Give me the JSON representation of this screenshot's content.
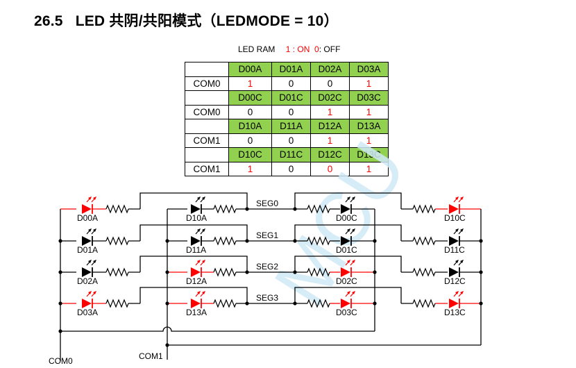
{
  "heading": {
    "number": "26.5",
    "text": "LED 共阴/共阳模式（LEDMODE = 10）"
  },
  "legend": {
    "title": "LED RAM",
    "on_text": "1 : ON",
    "off_key": "0",
    "off_text": ": OFF",
    "on_color": "#ff0000"
  },
  "ram_table": {
    "header_color": "#92d050",
    "blocks": [
      {
        "headers": [
          "D00A",
          "D01A",
          "D02A",
          "D03A"
        ],
        "row_label": "COM0",
        "values": [
          "1",
          "0",
          "0",
          "1"
        ],
        "red": [
          true,
          false,
          false,
          true
        ]
      },
      {
        "headers": [
          "D00C",
          "D01C",
          "D02C",
          "D03C"
        ],
        "row_label": "COM0",
        "values": [
          "0",
          "0",
          "1",
          "1"
        ],
        "red": [
          false,
          false,
          true,
          true
        ]
      },
      {
        "headers": [
          "D10A",
          "D11A",
          "D12A",
          "D13A"
        ],
        "row_label": "COM1",
        "values": [
          "0",
          "0",
          "1",
          "1"
        ],
        "red": [
          false,
          false,
          true,
          true
        ]
      },
      {
        "headers": [
          "D10C",
          "D11C",
          "D12C",
          "D13C"
        ],
        "row_label": "COM1",
        "values": [
          "1",
          "0",
          "0",
          "1"
        ],
        "red": [
          true,
          false,
          true,
          true
        ]
      }
    ]
  },
  "circuit": {
    "segments": [
      "SEG0",
      "SEG1",
      "SEG2",
      "SEG3"
    ],
    "commons": [
      "COM0",
      "COM1"
    ],
    "leds": {
      "col_a0": [
        {
          "label": "D00A",
          "lit": true
        },
        {
          "label": "D01A",
          "lit": false
        },
        {
          "label": "D02A",
          "lit": false
        },
        {
          "label": "D03A",
          "lit": true
        }
      ],
      "col_a1": [
        {
          "label": "D10A",
          "lit": false
        },
        {
          "label": "D11A",
          "lit": false
        },
        {
          "label": "D12A",
          "lit": true
        },
        {
          "label": "D13A",
          "lit": true
        }
      ],
      "col_c0": [
        {
          "label": "D00C",
          "lit": false
        },
        {
          "label": "D01C",
          "lit": false
        },
        {
          "label": "D02C",
          "lit": true
        },
        {
          "label": "D03C",
          "lit": true
        }
      ],
      "col_c1": [
        {
          "label": "D10C",
          "lit": true
        },
        {
          "label": "D11C",
          "lit": false
        },
        {
          "label": "D12C",
          "lit": false
        },
        {
          "label": "D13C",
          "lit": true
        }
      ]
    },
    "lit_color": "#ff0000",
    "wire_color": "#000000"
  },
  "watermark": "MCU"
}
